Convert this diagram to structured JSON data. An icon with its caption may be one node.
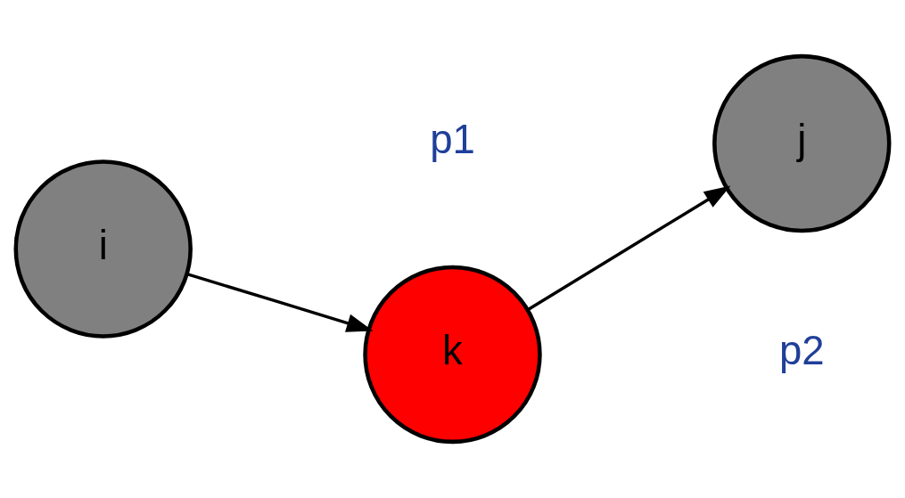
{
  "diagram": {
    "nodes": [
      {
        "text": [
          "i"
        ]
      },
      {
        "text": [
          "k"
        ]
      },
      {
        "text": [
          "j"
        ]
      }
    ],
    "edges": [
      {
        "from": 0,
        "to": 1,
        "arrow": "to"
      },
      {
        "from": 1,
        "to": 2,
        "arrow": "to"
      }
    ],
    "labels": [
      "p1",
      "p2"
    ]
  }
}
